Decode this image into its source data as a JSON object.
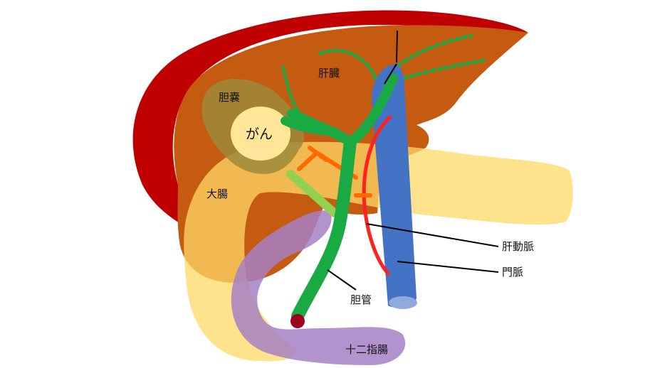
{
  "labels": {
    "liver": "肝臓",
    "gallbladder": "胆嚢",
    "cancer": "がん",
    "colon": "大腸",
    "bile_duct": "胆管",
    "hepatic_artery": "肝動脈",
    "portal_vein": "門脈",
    "duodenum": "十二指腸"
  },
  "colors": {
    "liver_back": "#c00000",
    "liver": "#c55a11",
    "gallbladder": "#9c8a3a",
    "cancer": "#ffe699",
    "colon": "#ffd966",
    "bile_duct": "#1aaa44",
    "hepatic_artery": "#ff2020",
    "portal_vein": "#4472c4",
    "duodenum": "#a680c4",
    "tumor_tip": "#a0001e",
    "orange_vessel": "#ff6a00",
    "light_green_duct": "#92d050"
  }
}
